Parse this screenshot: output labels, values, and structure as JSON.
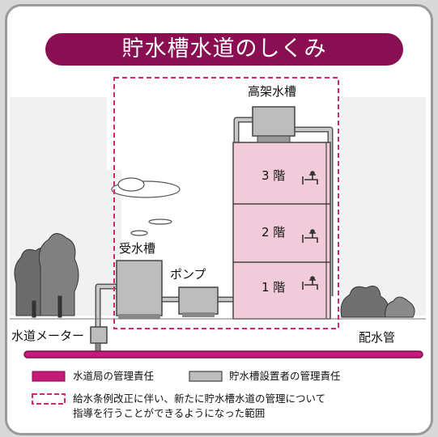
{
  "title": "貯水槽水道のしくみ",
  "labels": {
    "elevated_tank": "高架水槽",
    "receiving_tank": "受水槽",
    "pump": "ポンプ",
    "meter": "水道メーター",
    "main_pipe": "配水管",
    "floors": [
      "3 階",
      "2 階",
      "1 階"
    ]
  },
  "legend": {
    "bureau": "水道局の管理責任",
    "owner": "貯水槽設置者の管理責任",
    "range_line1": "給水条例改正に伴い、新たに貯水槽水道の管理について",
    "range_line2": "指導を行うことができるようになった範囲"
  },
  "colors": {
    "title_bg": "#8a0e52",
    "bureau_pipe": "#c51a7a",
    "range_border": "#d6246e",
    "building_fill": "#f2cbdb",
    "equipment_gray": "#bdbdbd"
  },
  "icons": [
    "faucet-icon",
    "tree-icon",
    "cloud-icon"
  ]
}
